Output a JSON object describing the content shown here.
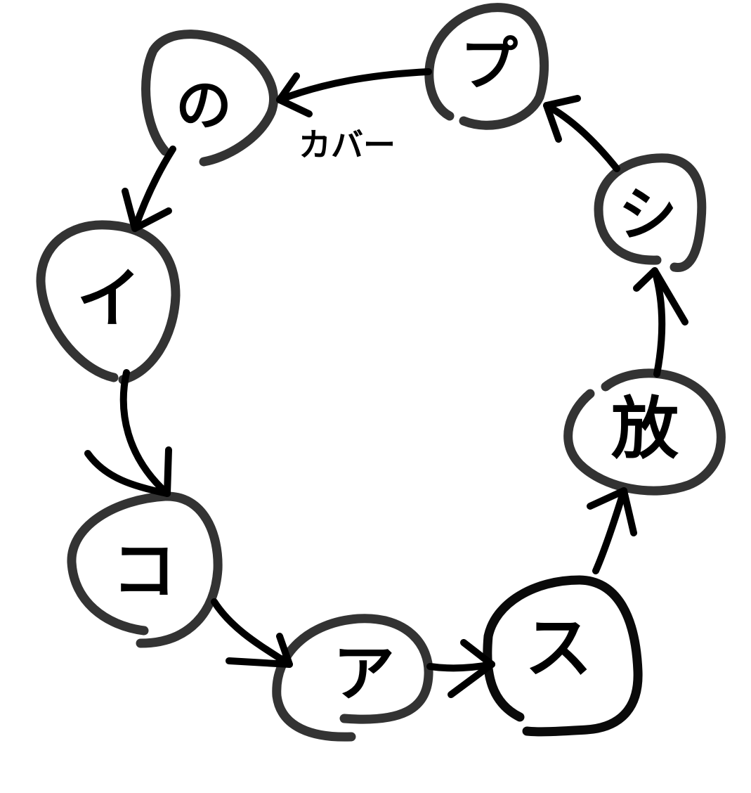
{
  "nodes": [
    {
      "id": "n1",
      "label": "ア"
    },
    {
      "id": "n2",
      "label": "ス"
    },
    {
      "id": "n3",
      "label": "放"
    },
    {
      "id": "n4",
      "label": "シ"
    },
    {
      "id": "n5",
      "label": "プ"
    },
    {
      "id": "n6",
      "label": "の"
    },
    {
      "id": "n7",
      "label": "イ"
    },
    {
      "id": "n8",
      "label": "コ"
    }
  ],
  "edges": [
    {
      "from": "n1",
      "to": "n2",
      "label": ""
    },
    {
      "from": "n2",
      "to": "n3",
      "label": ""
    },
    {
      "from": "n3",
      "to": "n4",
      "label": ""
    },
    {
      "from": "n4",
      "to": "n5",
      "label": ""
    },
    {
      "from": "n5",
      "to": "n6",
      "label": "カバー"
    },
    {
      "from": "n6",
      "to": "n7",
      "label": ""
    },
    {
      "from": "n7",
      "to": "n8",
      "label": ""
    },
    {
      "from": "n8",
      "to": "n1",
      "label": ""
    }
  ]
}
